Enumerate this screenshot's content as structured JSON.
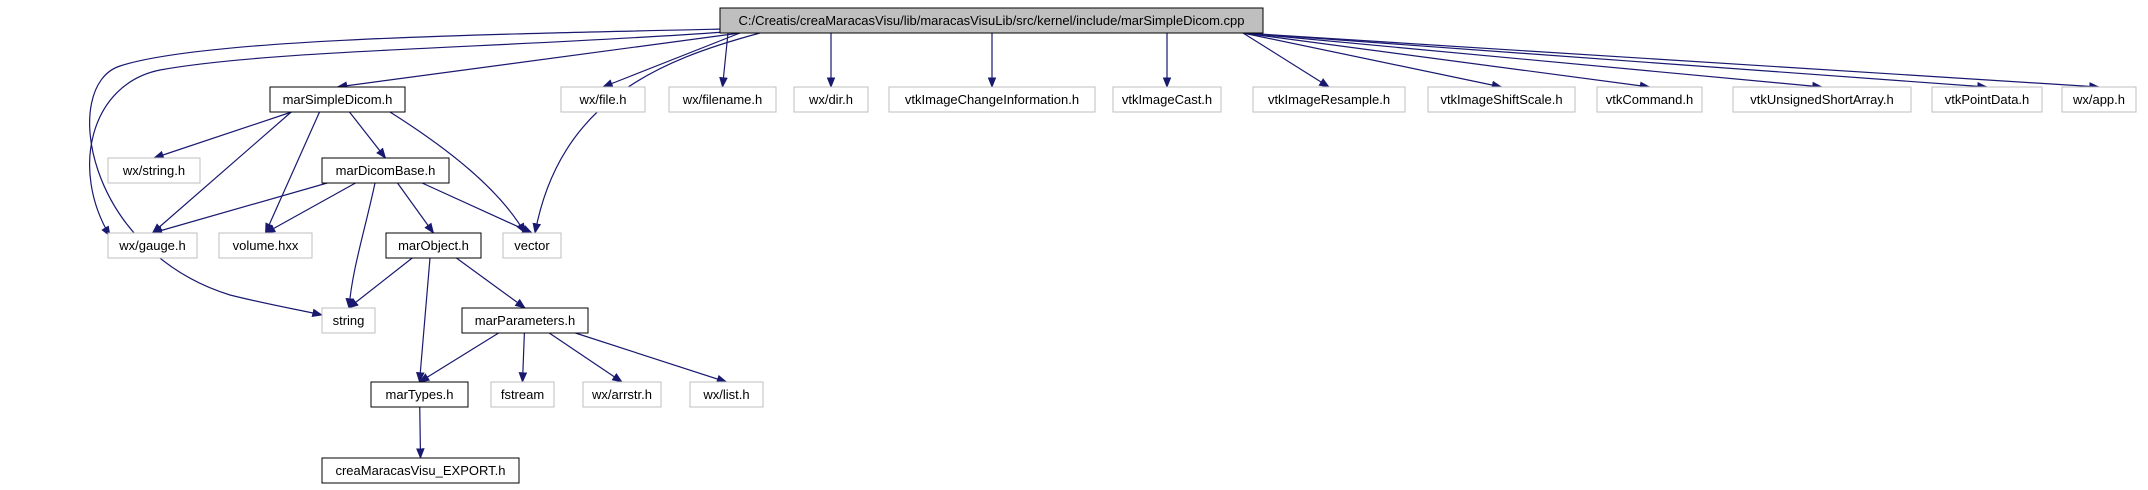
{
  "colors": {
    "edge": "#191970",
    "root_fill": "#bfbfbf",
    "node_border": "#000000",
    "external_border": "#bfbfbf",
    "background": "#ffffff"
  },
  "nodes": [
    {
      "id": "root",
      "label": "C:/Creatis/creaMaracasVisu/lib/maracasVisuLib/src/kernel/include/marSimpleDicom.cpp",
      "kind": "root"
    },
    {
      "id": "marSimpleDicom",
      "label": "marSimpleDicom.h",
      "kind": "local"
    },
    {
      "id": "wxfile",
      "label": "wx/file.h",
      "kind": "external"
    },
    {
      "id": "wxfilename",
      "label": "wx/filename.h",
      "kind": "external"
    },
    {
      "id": "wxdir",
      "label": "wx/dir.h",
      "kind": "external"
    },
    {
      "id": "vtkImageChangeInformation",
      "label": "vtkImageChangeInformation.h",
      "kind": "external"
    },
    {
      "id": "vtkImageCast",
      "label": "vtkImageCast.h",
      "kind": "external"
    },
    {
      "id": "vtkImageResample",
      "label": "vtkImageResample.h",
      "kind": "external"
    },
    {
      "id": "vtkImageShiftScale",
      "label": "vtkImageShiftScale.h",
      "kind": "external"
    },
    {
      "id": "vtkCommand",
      "label": "vtkCommand.h",
      "kind": "external"
    },
    {
      "id": "vtkUnsignedShortArray",
      "label": "vtkUnsignedShortArray.h",
      "kind": "external"
    },
    {
      "id": "vtkPointData",
      "label": "vtkPointData.h",
      "kind": "external"
    },
    {
      "id": "wxapp",
      "label": "wx/app.h",
      "kind": "external"
    },
    {
      "id": "wxstring",
      "label": "wx/string.h",
      "kind": "external"
    },
    {
      "id": "marDicomBase",
      "label": "marDicomBase.h",
      "kind": "local"
    },
    {
      "id": "wxgauge",
      "label": "wx/gauge.h",
      "kind": "external"
    },
    {
      "id": "volume",
      "label": "volume.hxx",
      "kind": "external"
    },
    {
      "id": "marObject",
      "label": "marObject.h",
      "kind": "local"
    },
    {
      "id": "vector",
      "label": "vector",
      "kind": "external"
    },
    {
      "id": "string",
      "label": "string",
      "kind": "external"
    },
    {
      "id": "marParameters",
      "label": "marParameters.h",
      "kind": "local"
    },
    {
      "id": "marTypes",
      "label": "marTypes.h",
      "kind": "local"
    },
    {
      "id": "fstream",
      "label": "fstream",
      "kind": "external"
    },
    {
      "id": "wxarrstr",
      "label": "wx/arrstr.h",
      "kind": "external"
    },
    {
      "id": "wxlist",
      "label": "wx/list.h",
      "kind": "external"
    },
    {
      "id": "export",
      "label": "creaMaracasVisu_EXPORT.h",
      "kind": "local"
    }
  ],
  "edges": [
    [
      "root",
      "marSimpleDicom"
    ],
    [
      "root",
      "wxfile"
    ],
    [
      "root",
      "wxfilename"
    ],
    [
      "root",
      "wxdir"
    ],
    [
      "root",
      "vtkImageChangeInformation"
    ],
    [
      "root",
      "vtkImageCast"
    ],
    [
      "root",
      "vtkImageResample"
    ],
    [
      "root",
      "vtkImageShiftScale"
    ],
    [
      "root",
      "vtkCommand"
    ],
    [
      "root",
      "vtkUnsignedShortArray"
    ],
    [
      "root",
      "vtkPointData"
    ],
    [
      "root",
      "wxapp"
    ],
    [
      "root",
      "wxgauge"
    ],
    [
      "root",
      "string"
    ],
    [
      "root",
      "vector"
    ],
    [
      "marSimpleDicom",
      "wxstring"
    ],
    [
      "marSimpleDicom",
      "marDicomBase"
    ],
    [
      "marSimpleDicom",
      "wxgauge"
    ],
    [
      "marSimpleDicom",
      "volume"
    ],
    [
      "marSimpleDicom",
      "vector"
    ],
    [
      "marDicomBase",
      "wxgauge"
    ],
    [
      "marDicomBase",
      "volume"
    ],
    [
      "marDicomBase",
      "marObject"
    ],
    [
      "marDicomBase",
      "vector"
    ],
    [
      "marDicomBase",
      "string"
    ],
    [
      "marObject",
      "string"
    ],
    [
      "marObject",
      "marParameters"
    ],
    [
      "marObject",
      "marTypes"
    ],
    [
      "marParameters",
      "marTypes"
    ],
    [
      "marParameters",
      "fstream"
    ],
    [
      "marParameters",
      "wxarrstr"
    ],
    [
      "marParameters",
      "wxlist"
    ],
    [
      "marTypes",
      "export"
    ]
  ]
}
